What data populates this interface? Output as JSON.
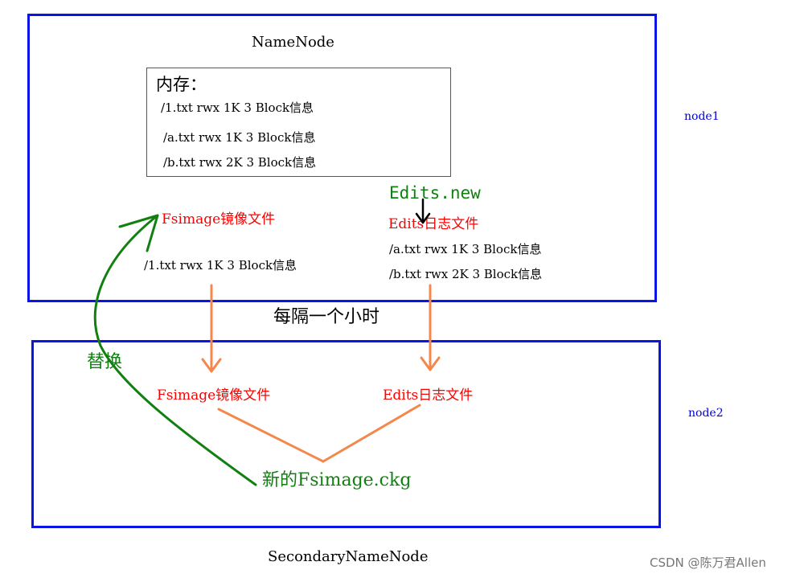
{
  "namenode": {
    "title": "NameNode",
    "node_label": "node1",
    "memory": {
      "heading": "内存：",
      "rows": [
        "/1.txt  rwx 1K  3 Block信息",
        "/a.txt rwx 1K  3 Block信息",
        "/b.txt rwx 2K  3 Block信息"
      ]
    },
    "edits_new": "Edits.new",
    "fsimage_label": "Fsimage镜像文件",
    "fsimage_row": "/1.txt  rwx 1K  3 Block信息",
    "edits_label": "Edits日志文件",
    "edits_rows": [
      "/a.txt rwx 1K  3 Block信息",
      "/b.txt rwx 2K  3 Block信息"
    ]
  },
  "interval_label": "每隔一个小时",
  "secondary": {
    "title": "SecondaryNameNode",
    "node_label": "node2",
    "replace_label": "替换",
    "fsimage_label": "Fsimage镜像文件",
    "edits_label": "Edits日志文件",
    "merged_label": "新的Fsimage.ckg"
  },
  "watermark": "CSDN @陈万君Allen",
  "colors": {
    "box_border": "#0a14e6",
    "red": "#ff0000",
    "green": "#118011",
    "orange": "#f4874b",
    "black": "#000000",
    "node_label": "#0000dd",
    "watermark": "#777777"
  }
}
